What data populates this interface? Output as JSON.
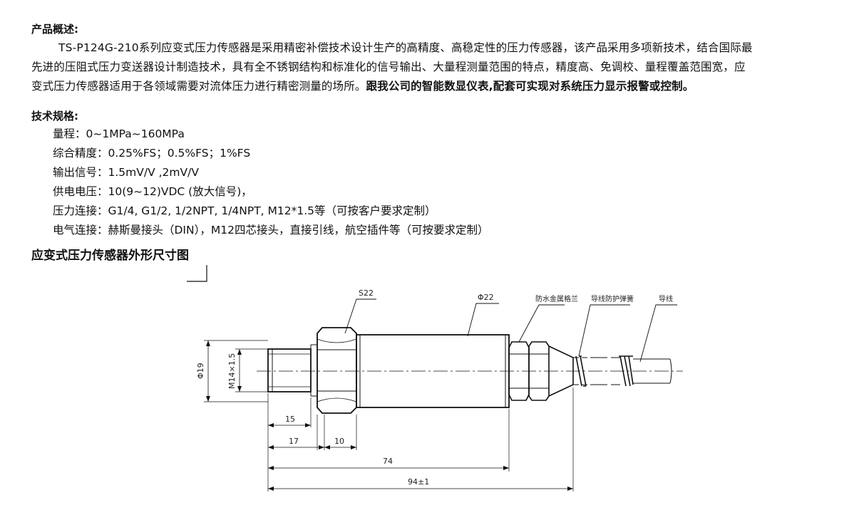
{
  "overview": {
    "heading": "产品概述:",
    "line1": "TS-P124G-210系列应变式压力传感器是采用精密补偿技术设计生产的高精度、高稳定性的压力传感器，该产品采用多项新技术，结合国际最",
    "line2": "先进的压阻式压力变送器设计制造技术，具有全不锈钢结构和标准化的信号输出、大量程测量范围的特点，精度高、免调校、量程覆盖范围宽，应",
    "line3": "变式压力传感器适用于各领域需要对流体压力进行精密测量的场所。",
    "line3_bold": "跟我公司的智能数显仪表,配套可实现对系统压力显示报警或控制。"
  },
  "specs": {
    "heading": "技术规格:",
    "items": [
      "量程：0~1MPa~160MPa",
      "综合精度：0.25%FS；0.5%FS；1%FS",
      "输出信号：1.5mV/V ,2mV/V",
      "供电电压：10(9~12)VDC (放大信号)，",
      "压力连接：G1/4, G1/2, 1/2NPT, 1/4NPT, M12*1.5等（可按客户要求定制）",
      "电气连接：赫斯曼接头（DIN），M12四芯接头，直接引线，航空插件等（可按要求定制）"
    ]
  },
  "drawing": {
    "title": "应变式压力传感器外形尺寸图",
    "labels": {
      "hex": "S22",
      "body_dia": "Φ22",
      "flange": "防水金属格兰",
      "spring": "导线防护弹簧",
      "wire": "导线",
      "dia19": "Φ19",
      "thread": "M14×1.5",
      "d15": "15",
      "d17": "17",
      "d10": "10",
      "d74": "74",
      "d94": "94±1"
    }
  }
}
